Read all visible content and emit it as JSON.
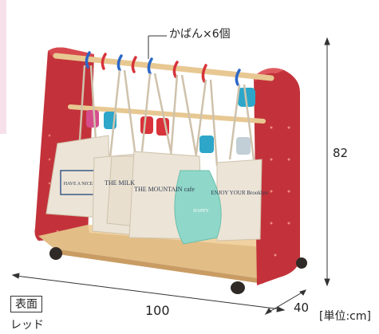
{
  "annotations": {
    "callout_bags": "かばん×6個",
    "height": "82",
    "width": "100",
    "depth": "40",
    "unit": "[単位:cm]",
    "face_label": "表面",
    "color_name": "レッド"
  },
  "bag_prints": {
    "bag1": "HAVE A NICE",
    "bag2": "THE MILK",
    "bag3": "THE MOUNTAIN cafe",
    "bag4": "ENJOY YOUR Brooklyn",
    "bag5": "HAPPY"
  },
  "colors": {
    "frame": "#c3323a",
    "wood": "#e2bd86",
    "canvas": "#ece4d6",
    "mint": "#8fd7c8",
    "hook": "#2a67c8",
    "hook_alt": "#d8333a"
  }
}
